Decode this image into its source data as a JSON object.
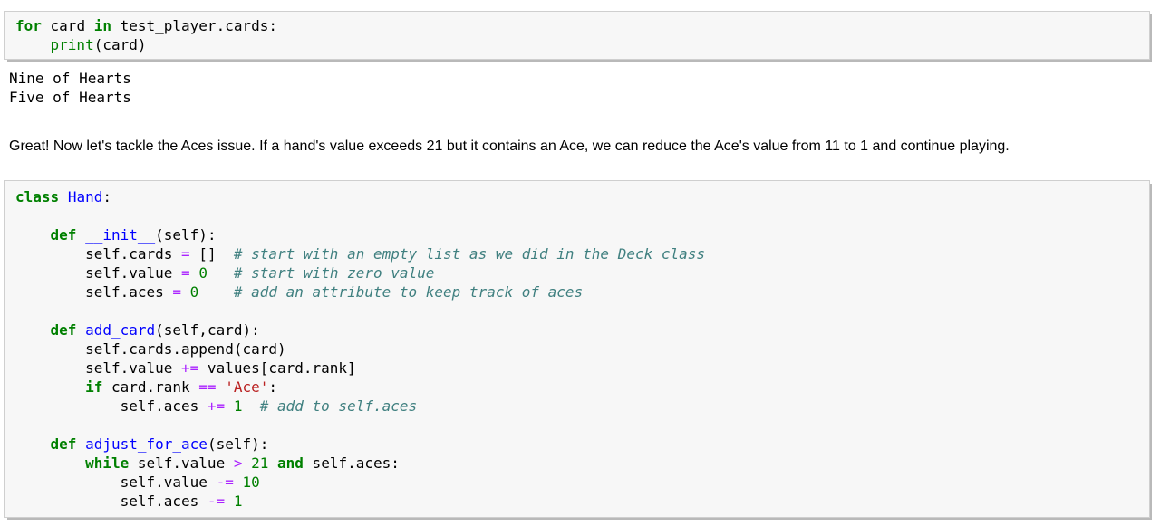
{
  "palette": {
    "keyword": "#008000",
    "builtin": "#008000",
    "definition": "#0000ff",
    "operator": "#aa22ff",
    "number": "#008000",
    "string": "#ba2121",
    "comment": "#408080",
    "plain": "#000000",
    "cell_background": "#f7f7f7",
    "cell_border": "#cfcfcf"
  },
  "cell1": {
    "lines": [
      [
        [
          "kw",
          "for"
        ],
        [
          "pl",
          " card "
        ],
        [
          "kw",
          "in"
        ],
        [
          "pl",
          " test_player.cards:"
        ]
      ],
      [
        [
          "pl",
          "    "
        ],
        [
          "bi",
          "print"
        ],
        [
          "pl",
          "(card)"
        ]
      ]
    ]
  },
  "cell1_output": {
    "text": "Nine of Hearts\nFive of Hearts"
  },
  "markdown": {
    "text": "Great! Now let's tackle the Aces issue. If a hand's value exceeds 21 but it contains an Ace, we can reduce the Ace's value from 11 to 1 and continue playing."
  },
  "cell2": {
    "lines": [
      [
        [
          "kw",
          "class"
        ],
        [
          "pl",
          " "
        ],
        [
          "nm",
          "Hand"
        ],
        [
          "pl",
          ":"
        ]
      ],
      [],
      [
        [
          "pl",
          "    "
        ],
        [
          "kw",
          "def"
        ],
        [
          "pl",
          " "
        ],
        [
          "nm",
          "__init__"
        ],
        [
          "pl",
          "(self):"
        ]
      ],
      [
        [
          "pl",
          "        self.cards "
        ],
        [
          "op",
          "="
        ],
        [
          "pl",
          " []  "
        ],
        [
          "com",
          "# start with an empty list as we did in the Deck class"
        ]
      ],
      [
        [
          "pl",
          "        self.value "
        ],
        [
          "op",
          "="
        ],
        [
          "pl",
          " "
        ],
        [
          "num",
          "0"
        ],
        [
          "pl",
          "   "
        ],
        [
          "com",
          "# start with zero value"
        ]
      ],
      [
        [
          "pl",
          "        self.aces "
        ],
        [
          "op",
          "="
        ],
        [
          "pl",
          " "
        ],
        [
          "num",
          "0"
        ],
        [
          "pl",
          "    "
        ],
        [
          "com",
          "# add an attribute to keep track of aces"
        ]
      ],
      [],
      [
        [
          "pl",
          "    "
        ],
        [
          "kw",
          "def"
        ],
        [
          "pl",
          " "
        ],
        [
          "nm",
          "add_card"
        ],
        [
          "pl",
          "(self,card):"
        ]
      ],
      [
        [
          "pl",
          "        self.cards.append(card)"
        ]
      ],
      [
        [
          "pl",
          "        self.value "
        ],
        [
          "op",
          "+="
        ],
        [
          "pl",
          " values[card.rank]"
        ]
      ],
      [
        [
          "pl",
          "        "
        ],
        [
          "kw",
          "if"
        ],
        [
          "pl",
          " card.rank "
        ],
        [
          "op",
          "=="
        ],
        [
          "pl",
          " "
        ],
        [
          "str",
          "'Ace'"
        ],
        [
          "pl",
          ":"
        ]
      ],
      [
        [
          "pl",
          "            self.aces "
        ],
        [
          "op",
          "+="
        ],
        [
          "pl",
          " "
        ],
        [
          "num",
          "1"
        ],
        [
          "pl",
          "  "
        ],
        [
          "com",
          "# add to self.aces"
        ]
      ],
      [],
      [
        [
          "pl",
          "    "
        ],
        [
          "kw",
          "def"
        ],
        [
          "pl",
          " "
        ],
        [
          "nm",
          "adjust_for_ace"
        ],
        [
          "pl",
          "(self):"
        ]
      ],
      [
        [
          "pl",
          "        "
        ],
        [
          "kw",
          "while"
        ],
        [
          "pl",
          " self.value "
        ],
        [
          "op",
          ">"
        ],
        [
          "pl",
          " "
        ],
        [
          "num",
          "21"
        ],
        [
          "pl",
          " "
        ],
        [
          "kw",
          "and"
        ],
        [
          "pl",
          " self.aces:"
        ]
      ],
      [
        [
          "pl",
          "            self.value "
        ],
        [
          "op",
          "-="
        ],
        [
          "pl",
          " "
        ],
        [
          "num",
          "10"
        ]
      ],
      [
        [
          "pl",
          "            self.aces "
        ],
        [
          "op",
          "-="
        ],
        [
          "pl",
          " "
        ],
        [
          "num",
          "1"
        ]
      ]
    ]
  }
}
